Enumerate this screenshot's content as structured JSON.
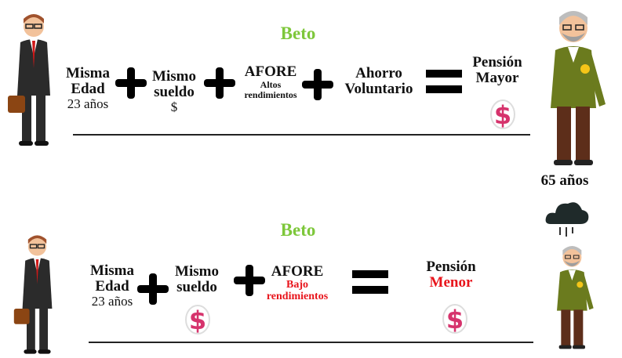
{
  "top": {
    "title": "Beto",
    "same_age": {
      "line1": "Misma",
      "line2": "Edad",
      "age": "23 años"
    },
    "same_salary": {
      "line1": "Mismo",
      "line2": "sueldo",
      "symbol": "$"
    },
    "afore": {
      "label": "AFORE",
      "sub1": "Altos",
      "sub2": "rendimientos"
    },
    "voluntary": {
      "line1": "Ahorro",
      "line2": "Voluntario"
    },
    "result": {
      "line1": "Pensión",
      "line2": "Mayor"
    },
    "retirement_age": "65 años"
  },
  "bottom": {
    "title": "Beto",
    "same_age": {
      "line1": "Misma",
      "line2": "Edad",
      "age": "23 años"
    },
    "same_salary": {
      "line1": "Mismo",
      "line2": "sueldo"
    },
    "afore": {
      "label": "AFORE",
      "sub1": "Bajo",
      "sub2": "rendimientos"
    },
    "result": {
      "line1": "Pensión",
      "line2": "Menor"
    }
  },
  "colors": {
    "title": "#7dc73a",
    "negative": "#e8141b",
    "coin": "#d6336c"
  }
}
